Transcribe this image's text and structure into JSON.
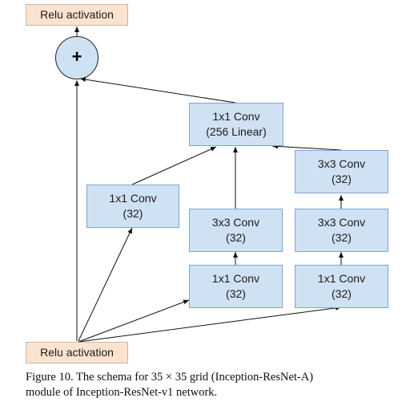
{
  "diagram": {
    "nodes": {
      "relu_top": {
        "text": "Relu activation"
      },
      "sum": {
        "symbol": "+"
      },
      "conv_linear": {
        "line1": "1x1 Conv",
        "line2": "(256 Linear)"
      },
      "b1_conv": {
        "line1": "1x1 Conv",
        "line2": "(32)"
      },
      "b2_conv3": {
        "line1": "3x3 Conv",
        "line2": "(32)"
      },
      "b2_conv1": {
        "line1": "1x1 Conv",
        "line2": "(32)"
      },
      "b3_conv3a": {
        "line1": "3x3 Conv",
        "line2": "(32)"
      },
      "b3_conv3b": {
        "line1": "3x3 Conv",
        "line2": "(32)"
      },
      "b3_conv1": {
        "line1": "1x1 Conv",
        "line2": "(32)"
      },
      "relu_bottom": {
        "text": "Relu activation"
      }
    },
    "colors": {
      "conv_fill": "#cfe2f3",
      "conv_border": "#7ea6d3",
      "relu_fill": "#fbe3d0",
      "edge": "#111111"
    }
  },
  "caption": {
    "line1": "Figure 10. The schema for 35 × 35 grid (Inception-ResNet-A)",
    "line2": "module of Inception-ResNet-v1 network."
  }
}
